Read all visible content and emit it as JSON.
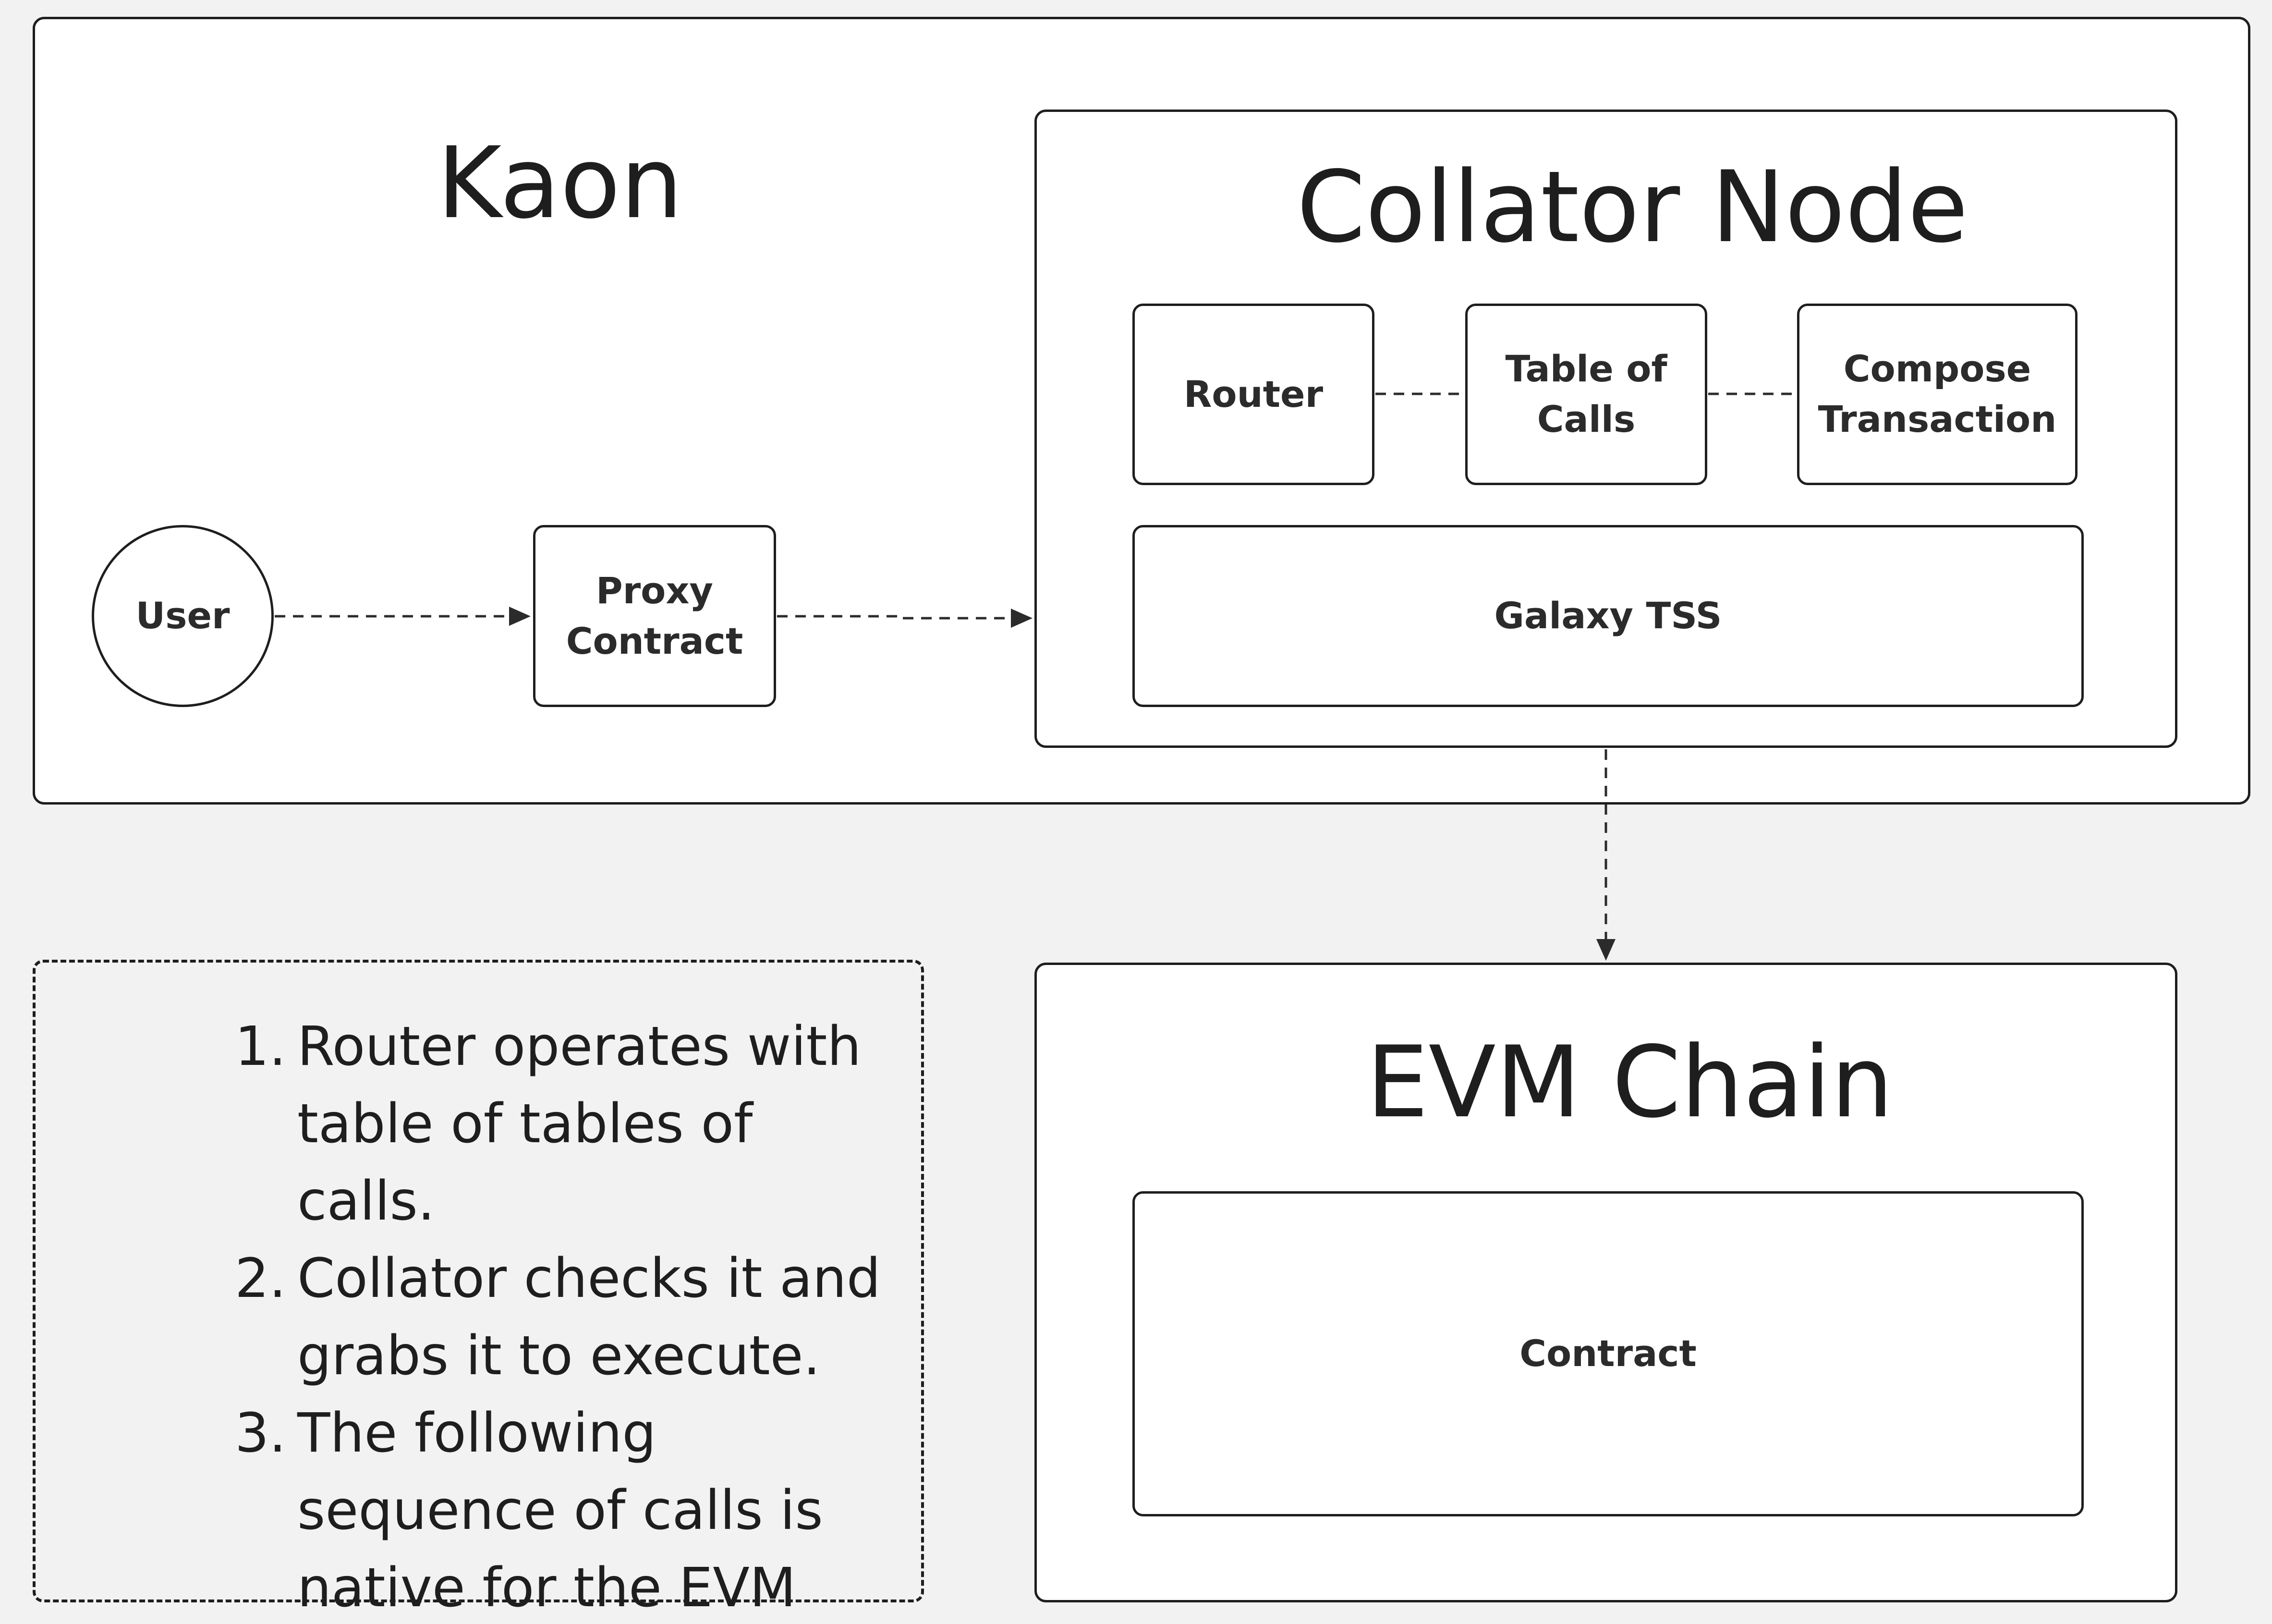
{
  "kaon": {
    "title": "Kaon"
  },
  "collator": {
    "title": "Collator Node",
    "router": "Router",
    "table_of_calls": [
      "Table of",
      "Calls"
    ],
    "compose_transaction": [
      "Compose",
      "Transaction"
    ],
    "galaxy_tss": "Galaxy TSS"
  },
  "user": {
    "label": "User"
  },
  "proxy": {
    "label": [
      "Proxy",
      "Contract"
    ]
  },
  "evm": {
    "title": "EVM Chain",
    "contract": "Contract"
  },
  "notes": {
    "items": [
      {
        "num": "1.",
        "text": "Router operates with table of tables of calls."
      },
      {
        "num": "2.",
        "text": "Collator checks it and grabs it to execute."
      },
      {
        "num": "3.",
        "text": "The following sequence of calls is native for the EVM Chain."
      }
    ]
  },
  "colors": {
    "background": "#f2f2f2",
    "stroke": "#1e1e1e",
    "fill": "#ffffff"
  }
}
